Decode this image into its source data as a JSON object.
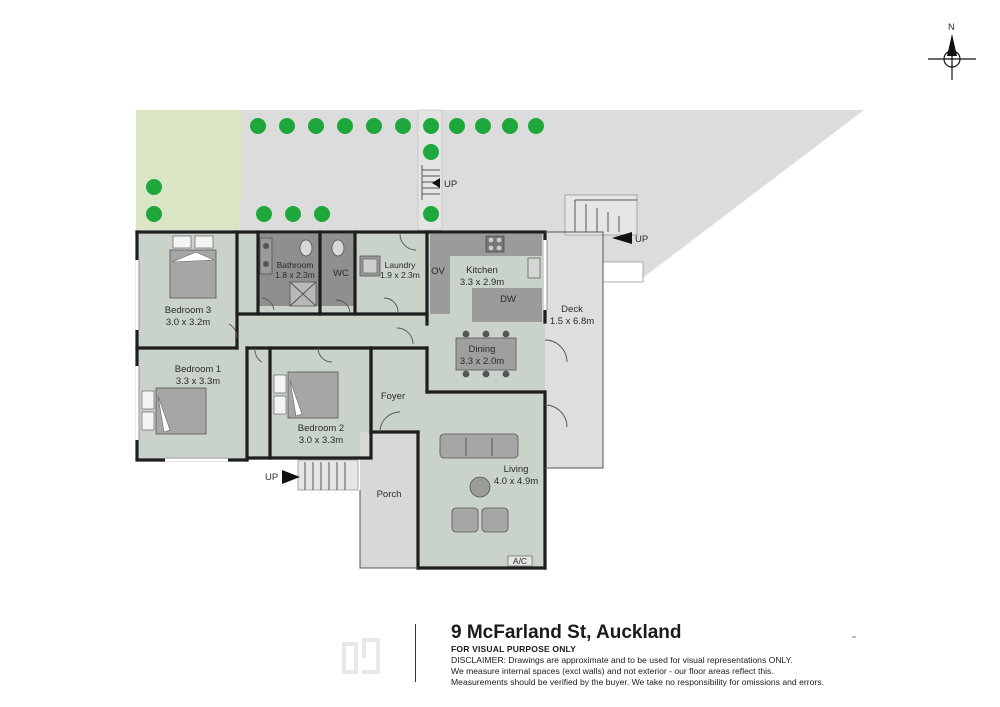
{
  "compass": {
    "north_label": "N"
  },
  "rooms": {
    "bedroom3": {
      "name": "Bedroom 3",
      "size": "3.0 x 3.2m"
    },
    "bathroom": {
      "name": "Bathroom",
      "size": "1.8 x 2.3m"
    },
    "wc": {
      "name": "WC"
    },
    "laundry": {
      "name": "Laundry",
      "size": "1.9 x 2.3m"
    },
    "oven": {
      "name": "OV"
    },
    "kitchen": {
      "name": "Kitchen",
      "size": "3.3 x 2.9m"
    },
    "dishwasher": {
      "name": "DW"
    },
    "deck": {
      "name": "Deck",
      "size": "1.5 x 6.8m"
    },
    "dining": {
      "name": "Dining",
      "size": "3.3 x 2.0m"
    },
    "bedroom1": {
      "name": "Bedroom 1",
      "size": "3.3 x 3.3m"
    },
    "bedroom2": {
      "name": "Bedroom 2",
      "size": "3.0 x 3.3m"
    },
    "foyer": {
      "name": "Foyer"
    },
    "living": {
      "name": "Living",
      "size": "4.0 x 4.9m"
    },
    "porch": {
      "name": "Porch"
    },
    "aircon": {
      "name": "A/C"
    }
  },
  "stairs": {
    "top_label": "UP",
    "deck_label": "UP",
    "front_label": "UP"
  },
  "footer": {
    "title": "9 McFarland St, Auckland",
    "subtitle": "FOR VISUAL PURPOSE ONLY",
    "disclaimer_lines": [
      "DISCLAIMER:  Drawings are approximate and to be used for visual representations ONLY.",
      "We measure internal spaces (excl walls) and not exterior - our floor areas reflect this.",
      "Measurements should be verified by the buyer. We take no responsibility for omissions and errors."
    ]
  },
  "colors": {
    "lawn": "#d9e5c4",
    "paving": "#dcdcdc",
    "room_fill": "#c9d3c9",
    "wet_fill": "#9b9b9b",
    "tree": "#1ea83c",
    "wall": "#1e1e1e"
  }
}
